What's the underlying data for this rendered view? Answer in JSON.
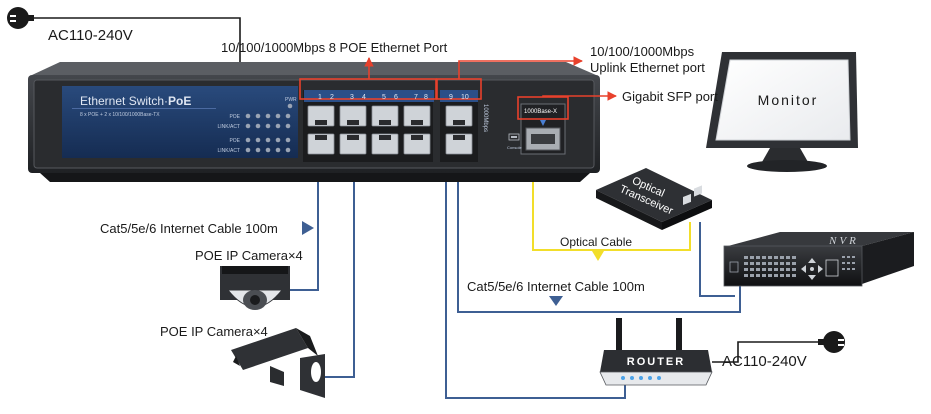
{
  "power_top": {
    "label": "AC110-240V"
  },
  "ports_poe": {
    "label": "10/100/1000Mbps 8 POE Ethernet Port"
  },
  "ports_uplink": {
    "line1": "10/100/1000Mbps",
    "line2": "Uplink Ethernet port"
  },
  "sfp": {
    "label": "Gigabit SFP port",
    "port_text": "1000Base-X"
  },
  "switch": {
    "brand": "Ethernet Switch",
    "brand_suffix": "PoE",
    "subtitle": "8 x POE + 2 x 10/100/1000Base-TX",
    "led_labels": [
      "POE",
      "LINK/ACT",
      "POE",
      "LINK/ACT"
    ],
    "pwr_label": "PWR",
    "port_numbers": [
      "1",
      "2",
      "3",
      "4",
      "5",
      "6",
      "7",
      "8",
      "9",
      "10"
    ],
    "uplink_side_text": "1000Mbps",
    "console_text": "Console"
  },
  "monitor": {
    "label": "Monitor"
  },
  "transceiver": {
    "label_line1": "Optical",
    "label_line2": "Transceiver"
  },
  "optical_cable": {
    "label": "Optical Cable"
  },
  "nvr": {
    "label": "NVR"
  },
  "cable_left": {
    "label": "Cat5/5e/6 Internet Cable 100m"
  },
  "cable_center": {
    "label": "Cat5/5e/6 Internet Cable 100m"
  },
  "camera_dome": {
    "label": "POE IP Camera×4"
  },
  "camera_bullet": {
    "label": "POE IP Camera×4"
  },
  "router": {
    "label": "ROUTER"
  },
  "power_right": {
    "label": "AC110-240V"
  },
  "colors": {
    "cable_blue": "#3e5f93",
    "arrow_red": "#e8412c",
    "optical_yellow": "#f2de2a",
    "switch_body": "#2b2d30",
    "panel_blue": "#1f3d6b"
  }
}
